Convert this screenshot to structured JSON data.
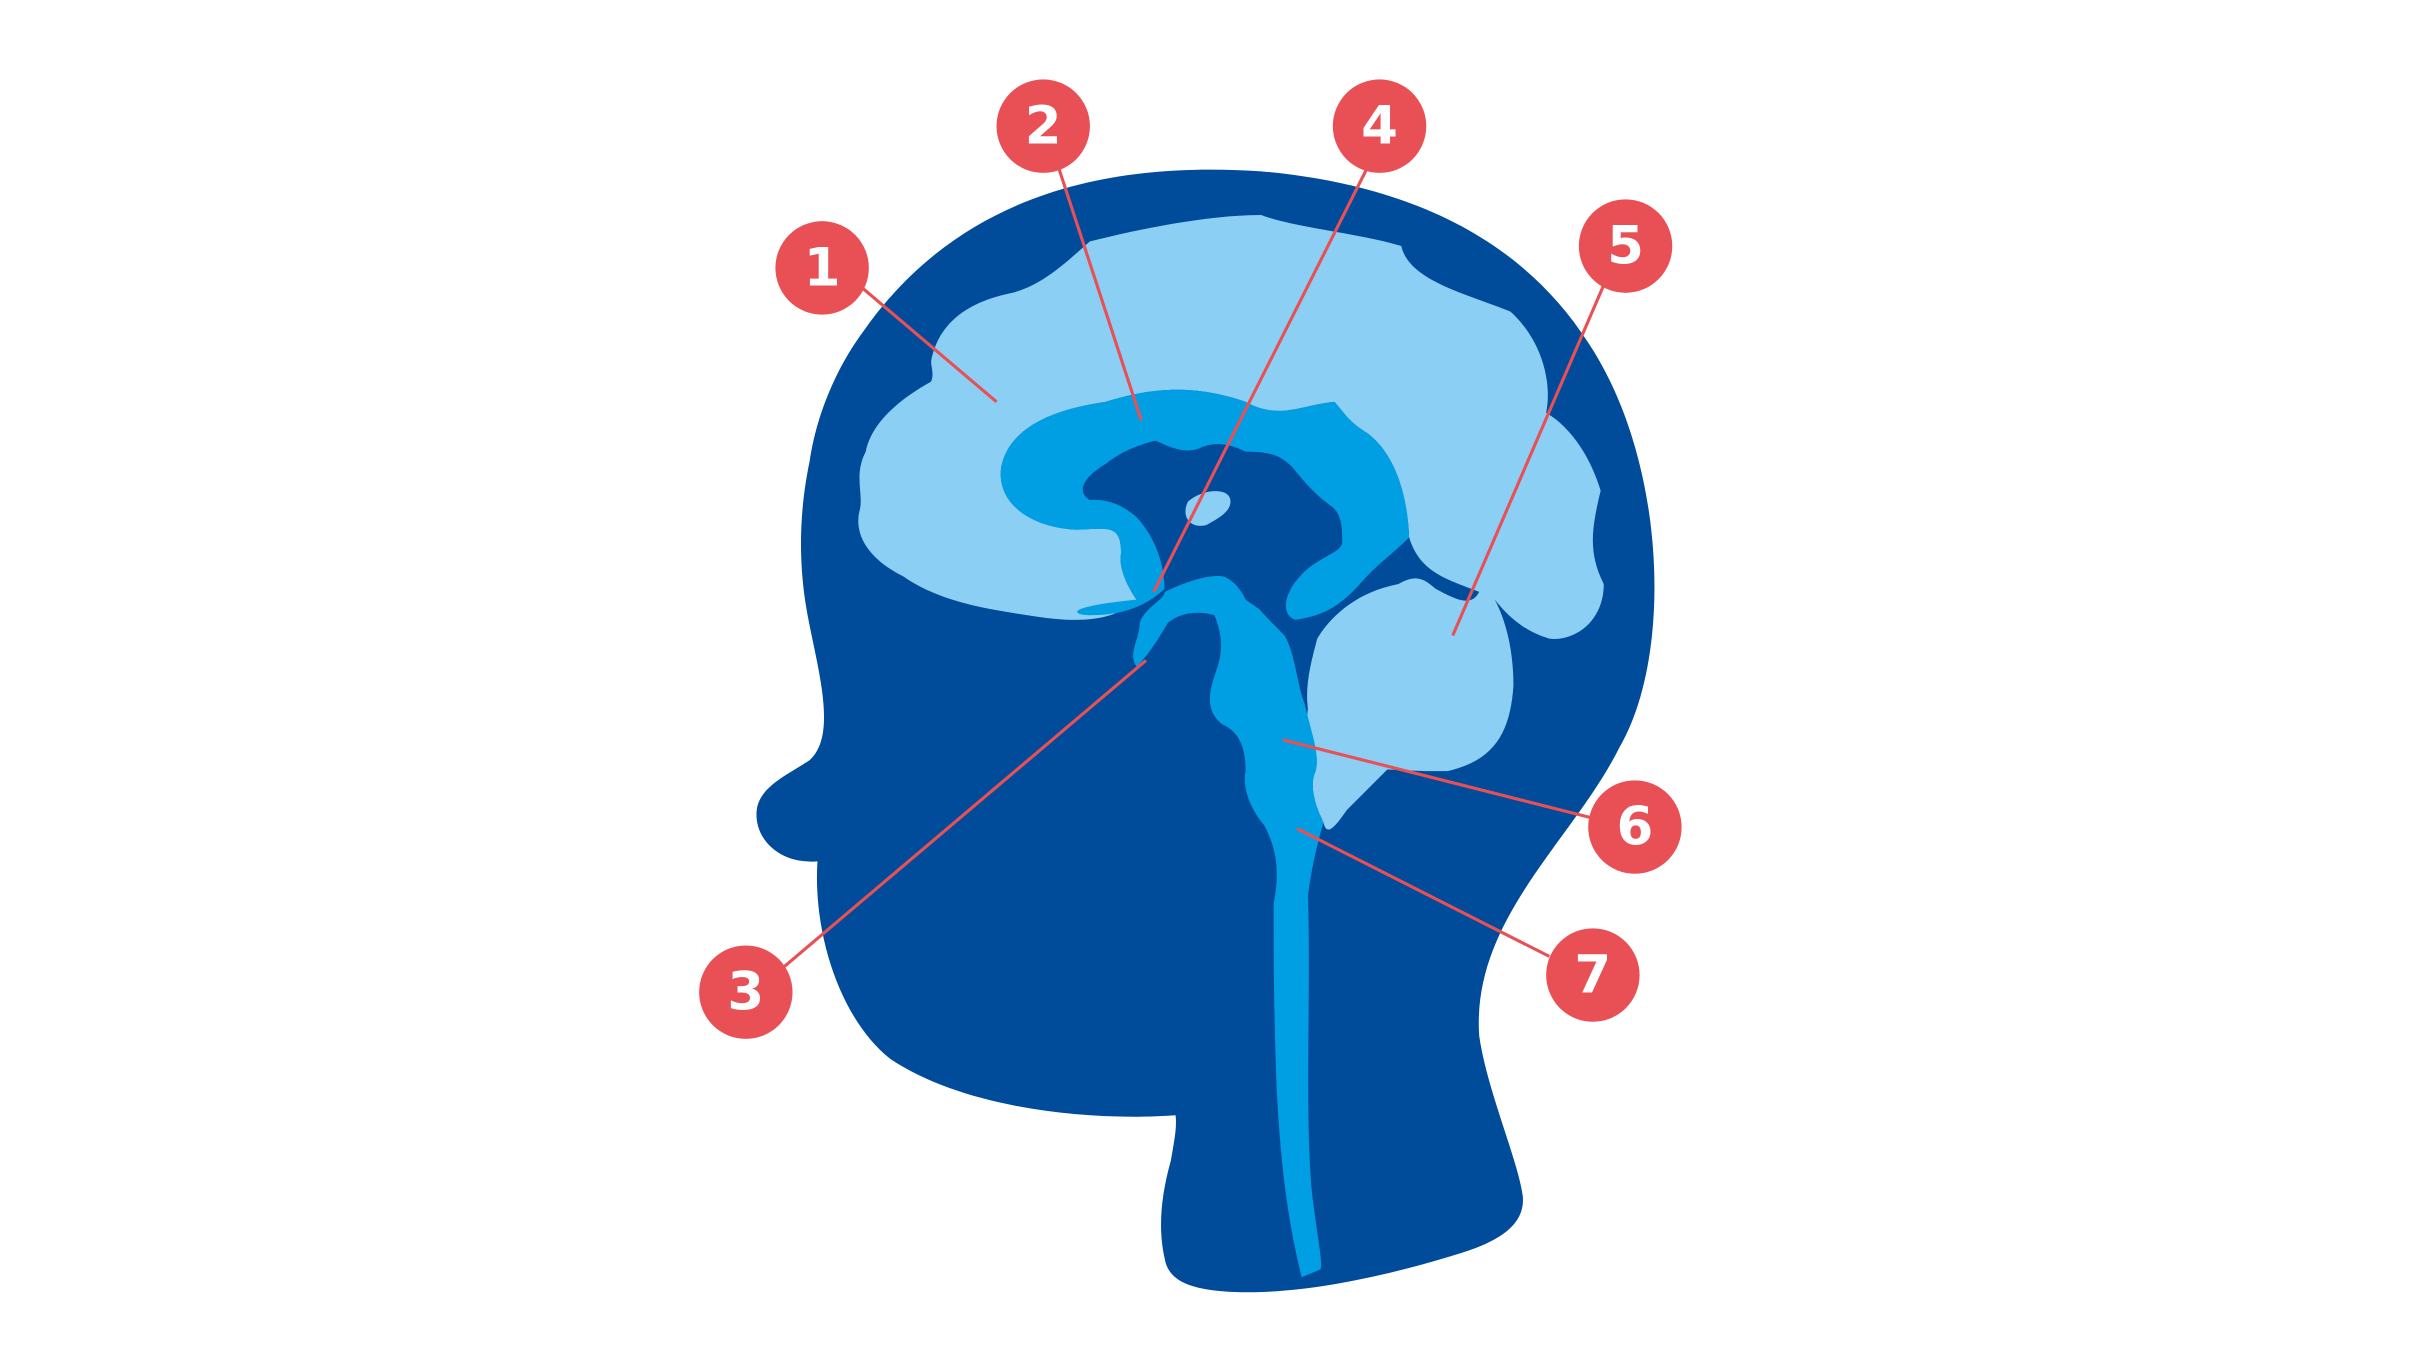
{
  "colors": {
    "background": "#ffffff",
    "head": "#004c9b",
    "cerebrum": "#8ccff4",
    "inner_structures": "#009fe3",
    "marker": "#e85055",
    "marker_text": "#ffffff",
    "leader_line": "#e85055"
  },
  "markers": [
    {
      "id": "1",
      "label": "1"
    },
    {
      "id": "2",
      "label": "2"
    },
    {
      "id": "3",
      "label": "3"
    },
    {
      "id": "4",
      "label": "4"
    },
    {
      "id": "5",
      "label": "5"
    },
    {
      "id": "6",
      "label": "6"
    },
    {
      "id": "7",
      "label": "7"
    }
  ]
}
